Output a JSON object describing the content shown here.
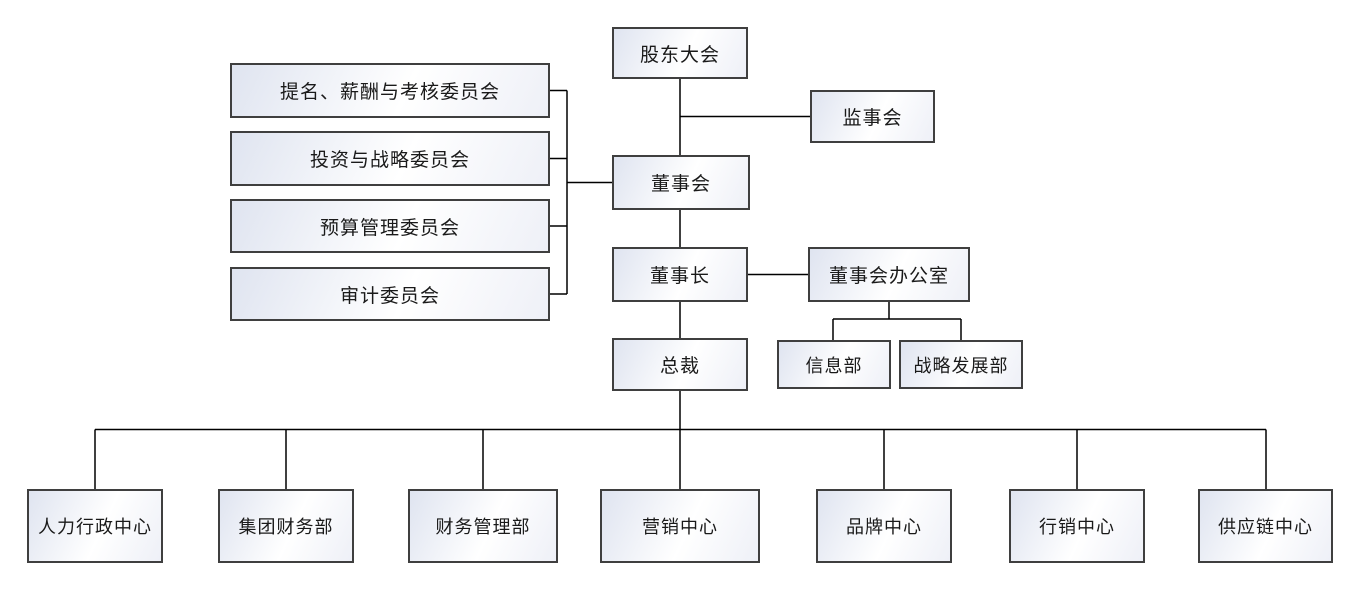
{
  "nodes": {
    "shareholders": {
      "label": "股东大会"
    },
    "supervisory": {
      "label": "监事会"
    },
    "committee_nomination": {
      "label": "提名、薪酬与考核委员会"
    },
    "committee_investment": {
      "label": "投资与战略委员会"
    },
    "committee_budget": {
      "label": "预算管理委员会"
    },
    "committee_audit": {
      "label": "审计委员会"
    },
    "board": {
      "label": "董事会"
    },
    "chairman": {
      "label": "董事长"
    },
    "board_office": {
      "label": "董事会办公室"
    },
    "president": {
      "label": "总裁"
    },
    "info_dept": {
      "label": "信息部"
    },
    "strategy_dept": {
      "label": "战略发展部"
    },
    "hr_admin_center": {
      "label": "人力行政中心"
    },
    "group_finance_dept": {
      "label": "集团财务部"
    },
    "finance_mgmt_dept": {
      "label": "财务管理部"
    },
    "marketing_center": {
      "label": "营销中心"
    },
    "brand_center": {
      "label": "品牌中心"
    },
    "sales_center": {
      "label": "行销中心"
    },
    "supply_chain_center": {
      "label": "供应链中心"
    }
  },
  "colors": {
    "background": "#ffffff",
    "box_border": "#3f3f3f",
    "box_fill_tint": "#dfe4f0",
    "box_fill_main": "#ffffff",
    "line": "#000000",
    "text": "#1a1a1a"
  }
}
